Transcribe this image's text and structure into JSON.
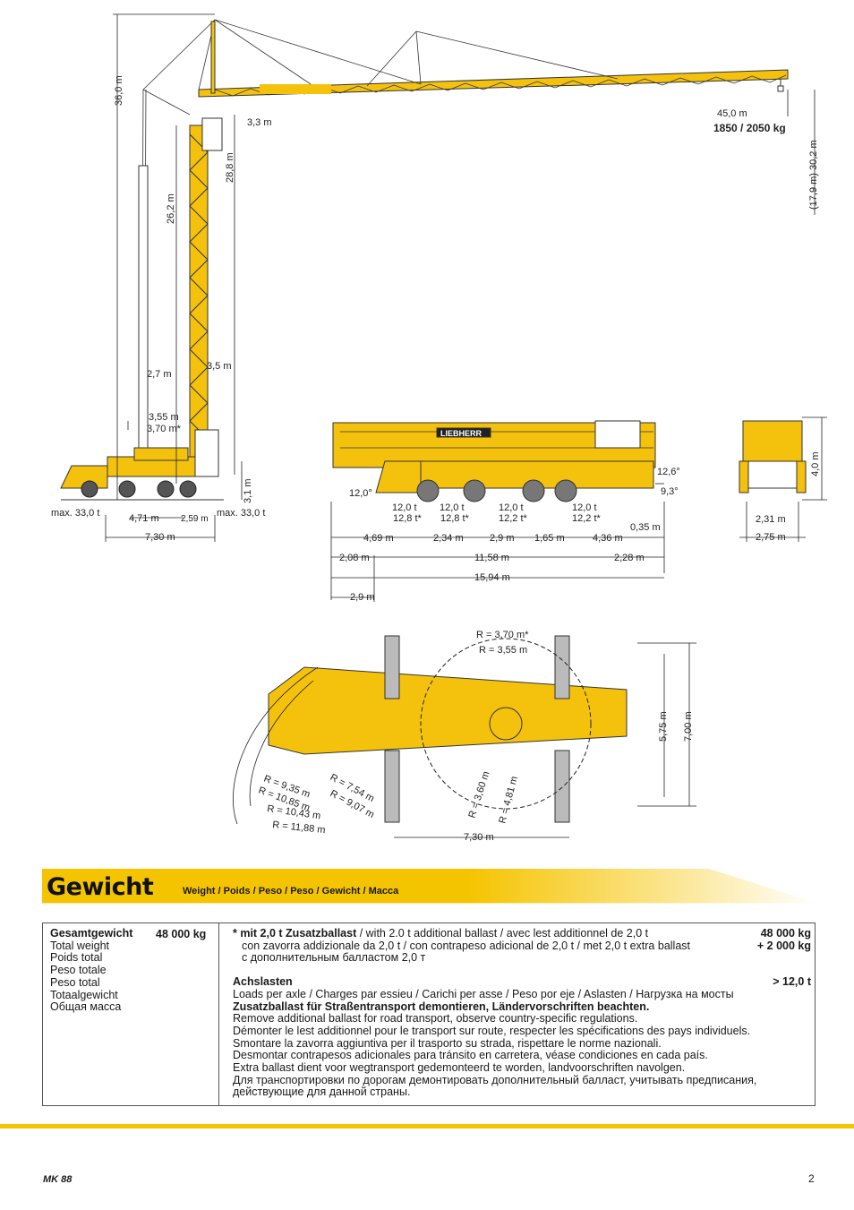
{
  "diagram": {
    "side_view": {
      "labels": {
        "height": "36,0 m",
        "hook_height": "28,8 m",
        "tower_height": "26,2 m",
        "jib_offset": "3,3 m",
        "radius": "45,0 m",
        "load": "1850 / 2050 kg",
        "hook_height_right": "(17,9 m) 30,2 m",
        "mast_width": "2,7 m",
        "tower_width": "3,5 m",
        "slew_radius_1": "3,55 m",
        "slew_radius_2": "3,70 m*",
        "base_height": "3,1 m",
        "outrigger_load_left": "max. 33,0 t",
        "outrigger_load_right": "max. 33,0 t",
        "wheelbase": "4,71 m",
        "axle_spacing": "2,59 m",
        "overall_base": "7,30 m"
      }
    },
    "transport_view": {
      "brand": "LIEBHERR",
      "labels": {
        "approach_angle": "12,0°",
        "departure_angle_1": "12,6°",
        "departure_angle_2": "9,3°",
        "axle_loads": [
          {
            "top": "12,0 t",
            "bottom": "12,8 t*"
          },
          {
            "top": "12,0 t",
            "bottom": "12,8 t*"
          },
          {
            "top": "12,0 t",
            "bottom": "12,2 t*"
          },
          {
            "top": "12,0 t",
            "bottom": "12,2 t*"
          }
        ],
        "ground_clearance": "0,35 m",
        "seg_1": "4,69 m",
        "seg_2": "2,34 m",
        "seg_3": "2,9 m",
        "seg_4": "1,65 m",
        "seg_5": "4,36 m",
        "front_overhang": "2,08 m",
        "wheelbase_total": "11,58 m",
        "rear_overhang": "2,28 m",
        "overall_length": "15,94 m",
        "cab_length": "2,9 m"
      }
    },
    "rear_view": {
      "labels": {
        "height": "4,0 m",
        "track_width": "2,31 m",
        "overall_width": "2,75 m"
      }
    },
    "top_view": {
      "labels": {
        "r_ballast_1": "R = 3,70 m*",
        "r_ballast_2": "R = 3,55 m",
        "r_9_35": "R = 9,35 m",
        "r_10_85": "R = 10,85 m",
        "r_10_43": "R = 10,43 m",
        "r_11_88": "R = 11,88 m",
        "r_7_54": "R = 7,54 m",
        "r_9_07": "R = 9,07 m",
        "r_3_60": "R = 3,60 m",
        "r_4_81": "R = 4,81 m",
        "outrigger_width_1": "5,75 m",
        "outrigger_width_2": "7,00 m",
        "outrigger_length": "7,30 m"
      }
    }
  },
  "section": {
    "title": "Gewicht",
    "subtitle": "Weight / Poids / Peso / Peso / Gewicht / Macca"
  },
  "table": {
    "total_weight_label": "Gesamtgewicht",
    "total_weight_value": "48 000 kg",
    "total_weight_translations": [
      "Total weight",
      "Poids total",
      "Peso totale",
      "Peso total",
      "Totaalgewicht",
      "Общая масса"
    ],
    "ballast_heading_bold": "* mit 2,0 t Zusatzballast",
    "ballast_heading_rest": " / with 2.0 t additional ballast / avec lest additionnel de 2,0 t",
    "ballast_value_1": "48 000 kg",
    "ballast_line_2": "con zavorra addizionale da 2,0 t / con contrapeso adicional de 2,0 t / met 2,0 t extra ballast",
    "ballast_value_2": "+   2 000 kg",
    "ballast_line_3": "с дополнительным балластом 2,0 т",
    "axle_heading": "Achslasten",
    "axle_value": "> 12,0 t",
    "axle_translation": "Loads per axle / Charges par essieu / Carichi per asse / Peso por eje / Aslasten / Нагрузка на мосты",
    "note_bold": "Zusatzballast für Straßentransport demontieren, Ländervorschriften beachten.",
    "notes": [
      "Remove additional ballast for road transport, observe country-specific regulations.",
      "Démonter le lest additionnel pour le transport sur route, respecter les spécifications des pays individuels.",
      "Smontare la zavorra aggiuntiva per il trasporto su strada, rispettare le norme nazionali.",
      "Desmontar contrapesos adicionales para tránsito en carretera, véase condiciones en cada país.",
      "Extra ballast dient voor wegtransport gedemonteerd te worden, landvoorschriften navolgen.",
      "Для транспортировки по дорогам демонтировать дополнительный балласт, учитывать предписания,",
      "действующие для данной страны."
    ]
  },
  "footer": {
    "model": "MK 88",
    "page": "2"
  },
  "colors": {
    "accent": "#f5c400",
    "crane_body": "#f4c20d",
    "line": "#222222"
  }
}
